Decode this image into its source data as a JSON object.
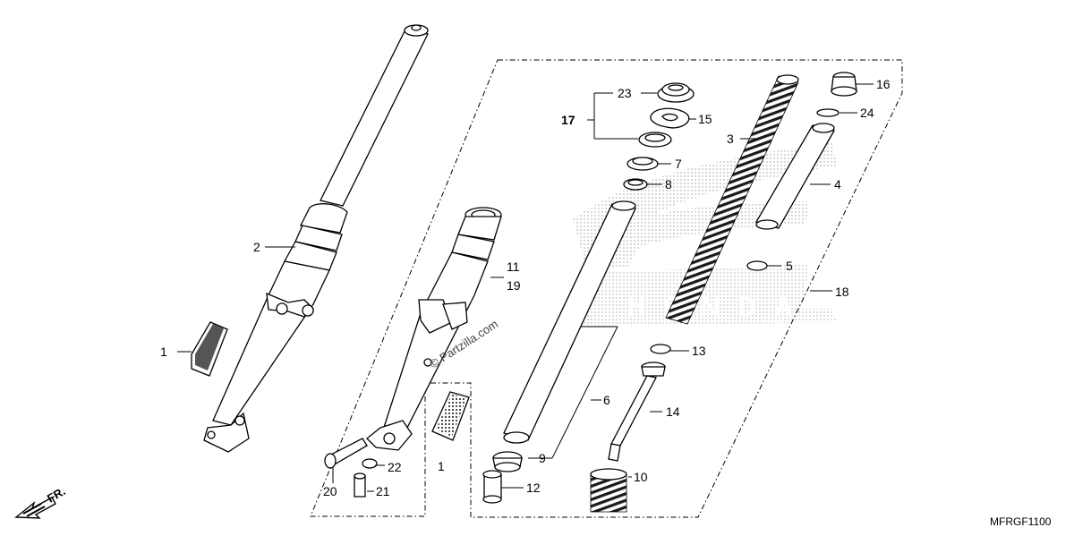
{
  "callouts": {
    "n1a": "1",
    "n1b": "1",
    "n2": "2",
    "n3": "3",
    "n4": "4",
    "n5": "5",
    "n6": "6",
    "n7": "7",
    "n8": "8",
    "n9": "9",
    "n10": "10",
    "n11": "11",
    "n12": "12",
    "n13": "13",
    "n14": "14",
    "n15": "15",
    "n16": "16",
    "n17": "17",
    "n18": "18",
    "n19": "19",
    "n20": "20",
    "n21": "21",
    "n22": "22",
    "n23": "23",
    "n24": "24"
  },
  "direction_label": "FR.",
  "watermark": "© Partzilla.com",
  "diagram_code": "MFRGF1100",
  "brand_watermark": "HONDA"
}
